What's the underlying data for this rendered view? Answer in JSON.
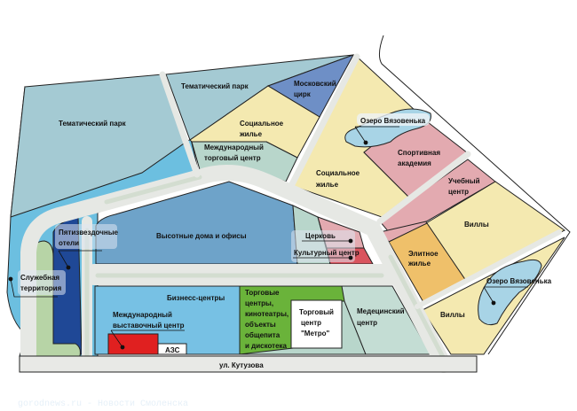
{
  "colors": {
    "park": "#a4cad3",
    "water": "#6cbfe0",
    "circus": "#6e8fc6",
    "social": "#f4e9b0",
    "trade": "#b8d6cb",
    "highrise": "#6ea3c9",
    "pink": "#e3aab0",
    "red": "#d9545e",
    "orange": "#efc06a",
    "business": "#77c1e4",
    "green": "#6ab33a",
    "hotels": "#1f4896",
    "service": "#b7d4a6",
    "exhibition": "#e02020",
    "lake": "#a8d4e6"
  },
  "labels": {
    "park_left": "Тематический парк",
    "park_top": "Тематический парк",
    "circus": [
      "Московский",
      "цирк"
    ],
    "social_top": [
      "Социальное",
      "жилье"
    ],
    "trade_center": [
      "Международный",
      "торговый центр"
    ],
    "lake_top": "Озеро Вязовенька",
    "sport": [
      "Спортивная",
      "академия"
    ],
    "social_right": [
      "Социальное",
      "жилье"
    ],
    "study": [
      "Учебный",
      "центр"
    ],
    "villas_top": "Виллы",
    "hotels": [
      "Пятизвездочные",
      "отели"
    ],
    "highrise": "Высотные дома и офисы",
    "church": "Церковь",
    "culture": "Культурный центр",
    "elite": [
      "Элитное",
      "жилье"
    ],
    "service": [
      "Служебная",
      "территория"
    ],
    "lake_bottom": "Озеро Вязовенька",
    "business": "Бизнесс-центры",
    "shopping": [
      "Торговые",
      "центры,",
      "кинотеатры,",
      "объекты",
      "общепита",
      "и дискотека"
    ],
    "metro": [
      "Торговый",
      "центр",
      "\"Метро\""
    ],
    "medical": [
      "Медецинский",
      "центр"
    ],
    "villas_bottom": "Виллы",
    "exhibition": [
      "Международный",
      "выставочный центр"
    ],
    "gas": "АЗС",
    "street": "ул. Кутузова"
  },
  "watermark": "gorodnews.ru - Новости Смоленска"
}
